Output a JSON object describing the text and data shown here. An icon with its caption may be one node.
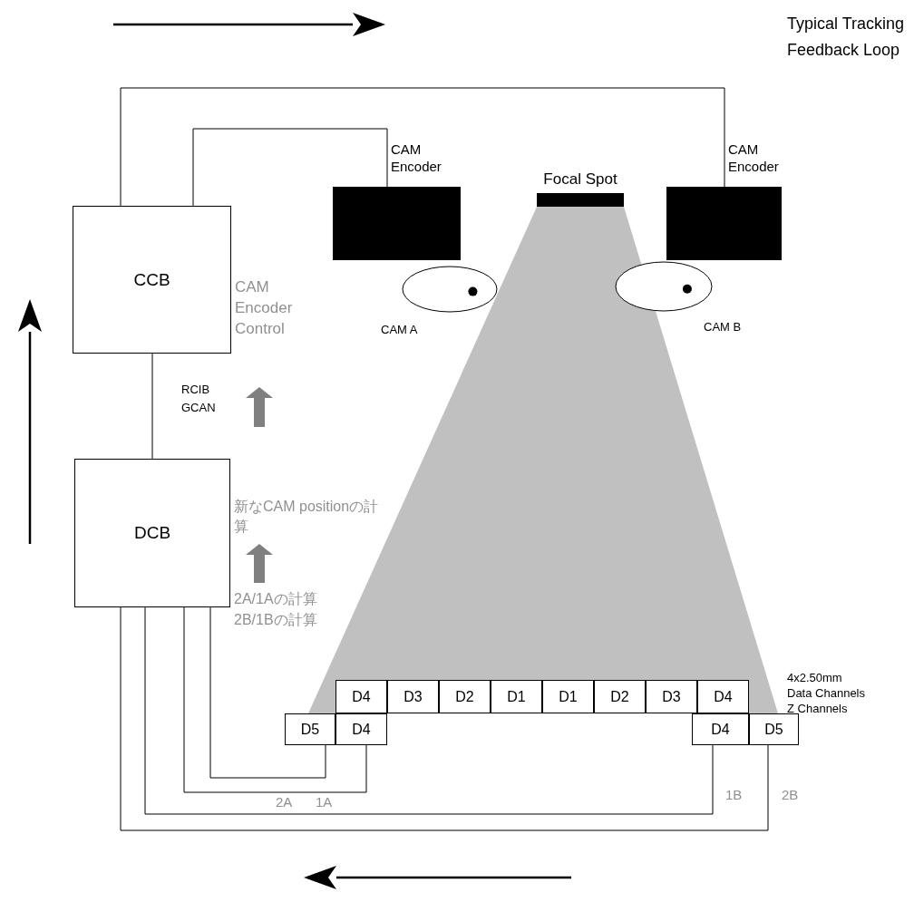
{
  "diagram": {
    "nodes": [
      {
        "text": [
          "CCB"
        ]
      },
      {
        "text": [
          "DCB"
        ]
      },
      {
        "text": [],
        "shape": "box",
        "beside": [
          "CAM Encoder"
        ]
      },
      {
        "text": [],
        "shape": "box",
        "beside": [
          "CAM Encoder"
        ]
      },
      {
        "text": [],
        "shape": "bar",
        "beside": [
          "Focal Spot"
        ]
      },
      {
        "text": [],
        "shape": "circle",
        "beside": [
          "CAM A"
        ]
      },
      {
        "text": [],
        "shape": "circle",
        "beside": [
          "CAM B"
        ]
      },
      {
        "text": [
          "D4"
        ]
      },
      {
        "text": [
          "D3"
        ]
      },
      {
        "text": [
          "D2"
        ]
      },
      {
        "text": [
          "D1"
        ]
      },
      {
        "text": [
          "D1"
        ]
      },
      {
        "text": [
          "D2"
        ]
      },
      {
        "text": [
          "D3"
        ]
      },
      {
        "text": [
          "D4"
        ]
      },
      {
        "text": [
          "D5"
        ]
      },
      {
        "text": [
          "D4"
        ]
      },
      {
        "text": [
          "D4"
        ]
      },
      {
        "text": [
          "D5"
        ]
      }
    ],
    "edges": [
      {
        "from": 0,
        "to": 1,
        "arrow": "none"
      },
      {
        "from": 0,
        "to": 2,
        "arrow": "none"
      },
      {
        "from": 0,
        "to": 3,
        "arrow": "none"
      },
      {
        "from": 1,
        "to": 15,
        "arrow": "none"
      },
      {
        "from": 1,
        "to": 16,
        "arrow": "none"
      },
      {
        "from": 1,
        "to": 17,
        "arrow": "none"
      },
      {
        "from": 1,
        "to": 18,
        "arrow": "none"
      }
    ],
    "labels": [
      "Typical Tracking Feedback Loop",
      "CAM Encoder Control",
      "RCIB GCAN",
      "新なCAM positionの計算",
      "2A/1Aの計算",
      "2B/1Bの計算",
      "4x2.50mm",
      "Data Channels",
      "Z Channels",
      "2A",
      "1A",
      "1B",
      "2B"
    ]
  }
}
